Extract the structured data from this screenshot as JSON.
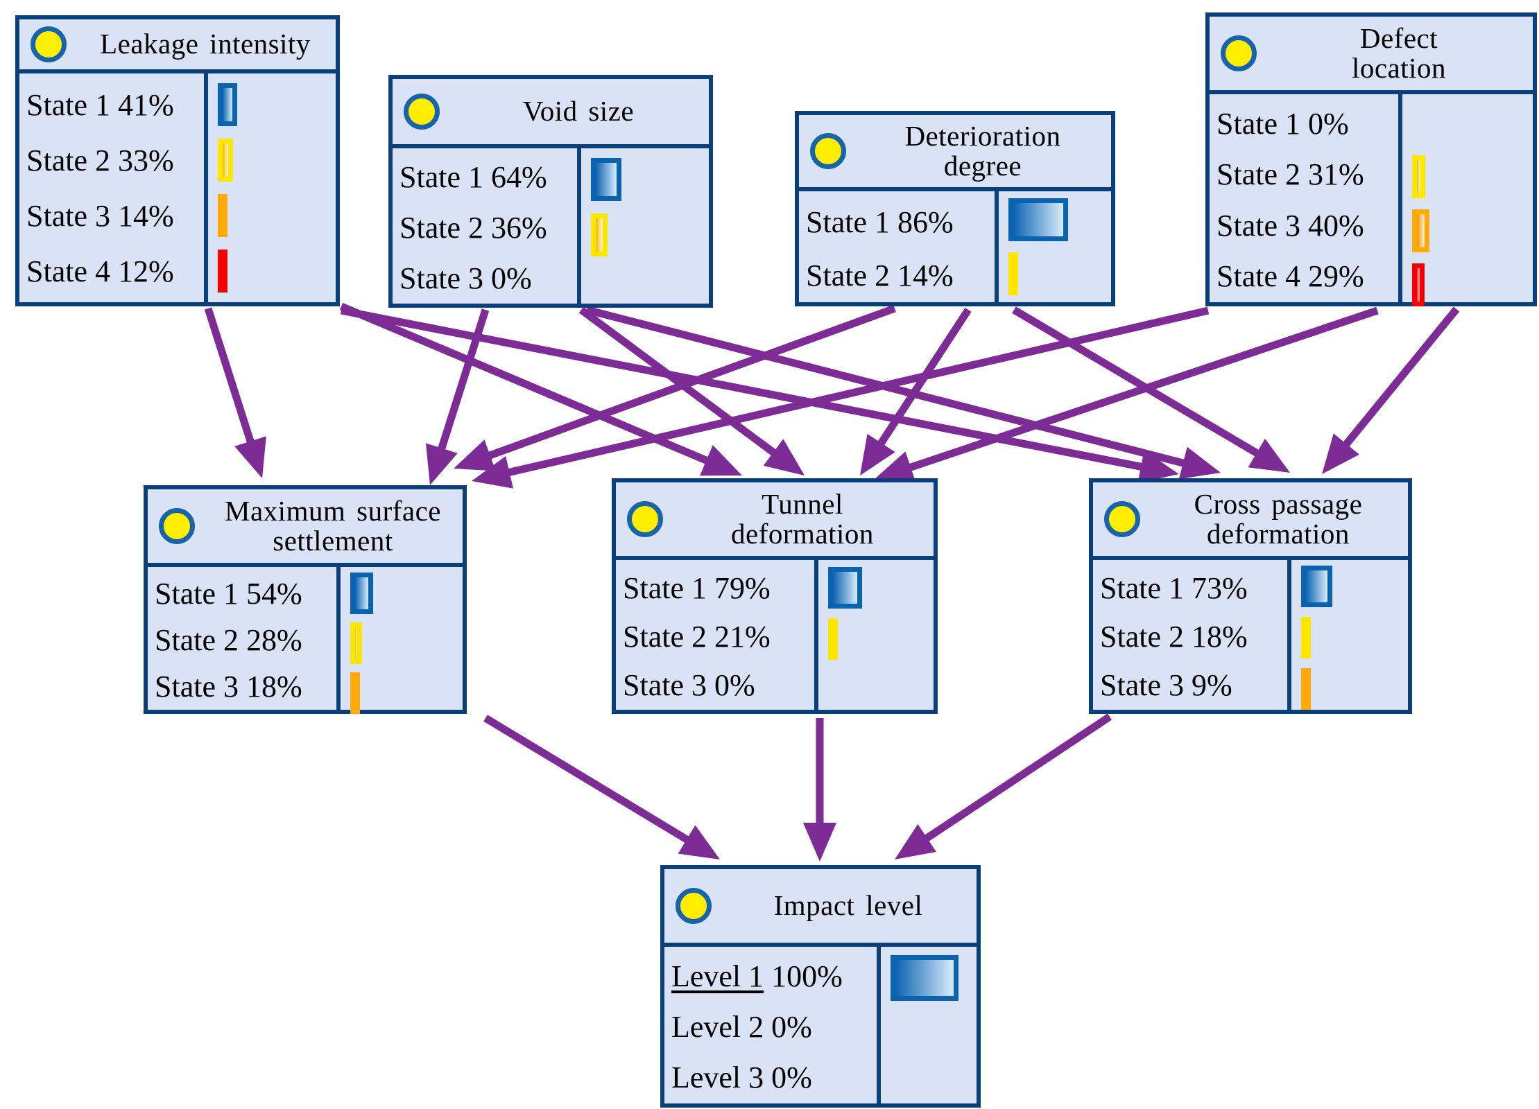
{
  "diagram": {
    "type": "bayesian-network",
    "title": "Bayesian network of tunnel leakage impact assessment",
    "colors": {
      "node_fill": "#d9e3f5",
      "node_border": "#0b3f7a",
      "bulb_fill": "#ffee00",
      "bulb_ring": "#1764ad",
      "edge": "#7d2b95",
      "bar_blue": "#0a63ae",
      "bar_yellow": "#ffe600",
      "bar_orange": "#ffa90a",
      "bar_red": "#f50000"
    }
  },
  "nodes": [
    {
      "id": "leakage-intensity",
      "title": "Leakage  intensity",
      "icon": "lightbulb-icon",
      "states": [
        {
          "label": "State 1",
          "value": "41%",
          "pct": 41,
          "color": "blue",
          "selected": false
        },
        {
          "label": "State 2",
          "value": "33%",
          "pct": 33,
          "color": "yellow",
          "selected": false
        },
        {
          "label": "State 3",
          "value": "14%",
          "pct": 14,
          "color": "orange",
          "selected": false
        },
        {
          "label": "State 4",
          "value": "12%",
          "pct": 12,
          "color": "red",
          "selected": false
        }
      ]
    },
    {
      "id": "void-size",
      "title": "Void  size",
      "icon": "lightbulb-icon",
      "states": [
        {
          "label": "State 1",
          "value": "64%",
          "pct": 64,
          "color": "blue",
          "selected": false
        },
        {
          "label": "State 2",
          "value": "36%",
          "pct": 36,
          "color": "yellow",
          "selected": false
        },
        {
          "label": "State 3",
          "value": "0%",
          "pct": 0,
          "color": "orange",
          "selected": false
        }
      ]
    },
    {
      "id": "deterioration-degree",
      "title": "Deterioration\ndegree",
      "icon": "lightbulb-icon",
      "states": [
        {
          "label": "State 1",
          "value": "86%",
          "pct": 86,
          "color": "blue",
          "selected": false
        },
        {
          "label": "State 2",
          "value": "14%",
          "pct": 14,
          "color": "yellow",
          "selected": false
        }
      ]
    },
    {
      "id": "defect-location",
      "title": "Defect\nlocation",
      "icon": "lightbulb-icon",
      "states": [
        {
          "label": "State 1",
          "value": "0%",
          "pct": 0,
          "color": "blue",
          "selected": false
        },
        {
          "label": "State 2",
          "value": "31%",
          "pct": 31,
          "color": "yellow",
          "selected": false
        },
        {
          "label": "State 3",
          "value": "40%",
          "pct": 40,
          "color": "orange",
          "selected": false
        },
        {
          "label": "State 4",
          "value": "29%",
          "pct": 29,
          "color": "red",
          "selected": false
        }
      ]
    },
    {
      "id": "maximum-surface-settlement",
      "title": "Maximum  surface\nsettlement",
      "icon": "lightbulb-icon",
      "states": [
        {
          "label": "State 1",
          "value": "54%",
          "pct": 54,
          "color": "blue",
          "selected": false
        },
        {
          "label": "State 2",
          "value": "28%",
          "pct": 28,
          "color": "yellow",
          "selected": false
        },
        {
          "label": "State 3",
          "value": "18%",
          "pct": 18,
          "color": "orange",
          "selected": false
        }
      ]
    },
    {
      "id": "tunnel-deformation",
      "title": "Tunnel\ndeformation",
      "icon": "lightbulb-icon",
      "states": [
        {
          "label": "State 1",
          "value": "79%",
          "pct": 79,
          "color": "blue",
          "selected": false
        },
        {
          "label": "State 2",
          "value": "21%",
          "pct": 21,
          "color": "yellow",
          "selected": false
        },
        {
          "label": "State 3",
          "value": "0%",
          "pct": 0,
          "color": "orange",
          "selected": false
        }
      ]
    },
    {
      "id": "cross-passage-deformation",
      "title": "Cross passage\ndeformation",
      "icon": "lightbulb-icon",
      "states": [
        {
          "label": "State 1",
          "value": "73%",
          "pct": 73,
          "color": "blue",
          "selected": false
        },
        {
          "label": "State 2",
          "value": "18%",
          "pct": 18,
          "color": "yellow",
          "selected": false
        },
        {
          "label": "State 3",
          "value": "9%",
          "pct": 9,
          "color": "orange",
          "selected": false
        }
      ]
    },
    {
      "id": "impact-level",
      "title": "Impact  level",
      "icon": "lightbulb-icon",
      "states": [
        {
          "label": "Level 1",
          "value": "100%",
          "pct": 100,
          "color": "blue",
          "selected": true
        },
        {
          "label": "Level 2",
          "value": "0%",
          "pct": 0,
          "color": "yellow",
          "selected": false
        },
        {
          "label": "Level 3",
          "value": "0%",
          "pct": 0,
          "color": "orange",
          "selected": false
        }
      ]
    }
  ],
  "edges": [
    {
      "from": "leakage-intensity",
      "to": "maximum-surface-settlement"
    },
    {
      "from": "leakage-intensity",
      "to": "tunnel-deformation"
    },
    {
      "from": "leakage-intensity",
      "to": "cross-passage-deformation"
    },
    {
      "from": "void-size",
      "to": "maximum-surface-settlement"
    },
    {
      "from": "void-size",
      "to": "tunnel-deformation"
    },
    {
      "from": "void-size",
      "to": "cross-passage-deformation"
    },
    {
      "from": "deterioration-degree",
      "to": "maximum-surface-settlement"
    },
    {
      "from": "deterioration-degree",
      "to": "tunnel-deformation"
    },
    {
      "from": "deterioration-degree",
      "to": "cross-passage-deformation"
    },
    {
      "from": "defect-location",
      "to": "maximum-surface-settlement"
    },
    {
      "from": "defect-location",
      "to": "tunnel-deformation"
    },
    {
      "from": "defect-location",
      "to": "cross-passage-deformation"
    },
    {
      "from": "maximum-surface-settlement",
      "to": "impact-level"
    },
    {
      "from": "tunnel-deformation",
      "to": "impact-level"
    },
    {
      "from": "cross-passage-deformation",
      "to": "impact-level"
    }
  ]
}
